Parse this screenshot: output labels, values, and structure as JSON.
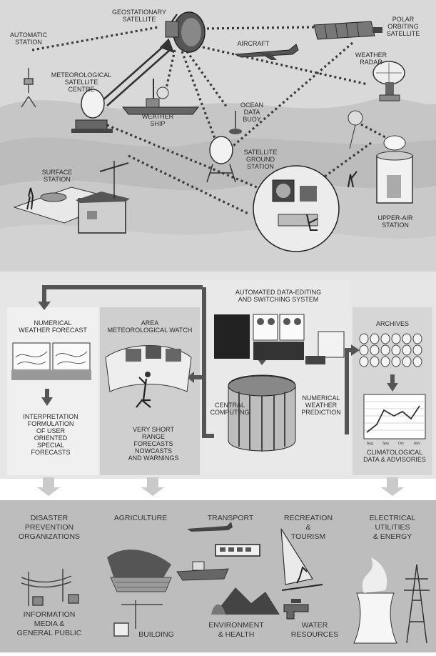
{
  "top_labels": {
    "geostationary_satellite": "GEOSTATIONARY\nSATELLITE",
    "polar_orbiting_satellite": "POLAR\nORBITING\nSATELLITE",
    "automatic_station": "AUTOMATIC\nSTATION",
    "aircraft": "AIRCRAFT",
    "weather_radar": "WEATHER\nRADAR",
    "met_satellite_centre": "METEOROLOGICAL\nSATELLITE\nCENTRE",
    "weather_ship": "WEATHER\nSHIP",
    "ocean_data_buoy": "OCEAN\nDATA\nBUOY",
    "satellite_ground_station": "SATELLITE\nGROUND\nSTATION",
    "surface_station": "SURFACE\nSTATION",
    "upper_air_station": "UPPER-AIR\nSTATION"
  },
  "middle_labels": {
    "automated_data_editing": "AUTOMATED DATA-EDITING\nAND SWITCHING SYSTEM",
    "numerical_weather_forecast": "NUMERICAL\nWEATHER FORECAST",
    "area_met_watch": "AREA\nMETEOROLOGICAL WATCH",
    "archives": "ARCHIVES",
    "interpretation": "INTERPRETATION\nFORMULATION\nOF USER\nORIENTED\nSPECIAL\nFORECASTS",
    "very_short_range": "VERY SHORT\nRANGE\nFORECASTS\nNOWCASTS\nAND WARNINGS",
    "central_computing": "CENTRAL\nCOMPUTING",
    "numerical_weather_prediction": "NUMERICAL\nWEATHER\nPREDICTION",
    "climatological": "CLIMATOLOGICAL\nDATA & ADVISORIES"
  },
  "bottom_labels": {
    "disaster_prevention": "DISASTER\nPREVENTION\nORGANIZATIONS",
    "agriculture": "AGRICULTURE",
    "transport": "TRANSPORT",
    "recreation_tourism": "RECREATION\n&\nTOURISM",
    "electrical_utilities": "ELECTRICAL\nUTILITIES\n& ENERGY",
    "information_media": "INFORMATION\nMEDIA &\nGENERAL PUBLIC",
    "building": "BUILDING",
    "environment_health": "ENVIRONMENT\n& HEALTH",
    "water_resources": "WATER\nRESOURCES"
  },
  "graph_axis_months": [
    "Aug",
    "Sep",
    "Oct",
    "Nov"
  ],
  "colors": {
    "top_background": "#d8d8d8",
    "hill": "#bdbdbd",
    "middle_background": "#e3e3e3",
    "middle_panel_dark": "#cbcbcb",
    "bottom_background": "#b9b9b9",
    "arrow": "#555555",
    "line": "#3a3a3a"
  }
}
